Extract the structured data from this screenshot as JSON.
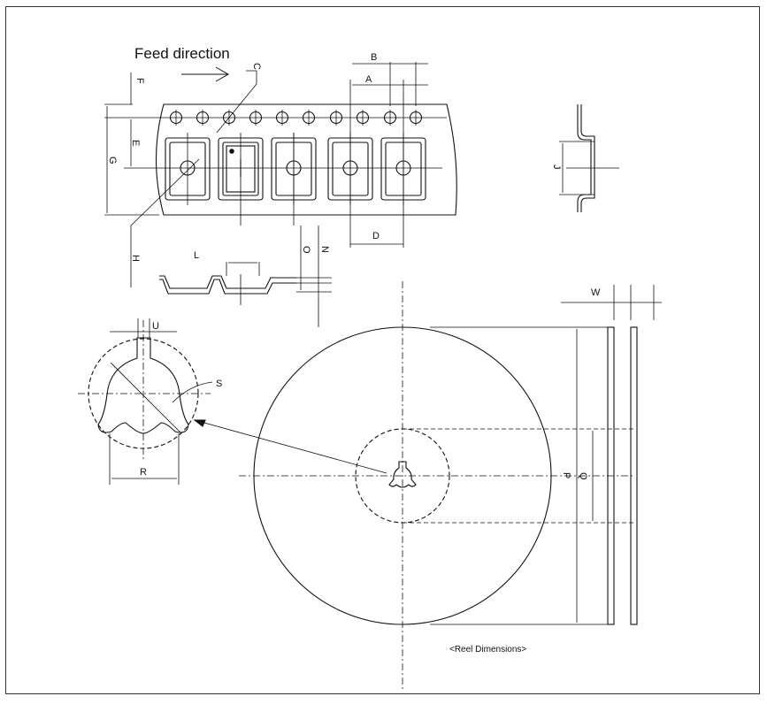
{
  "feed_direction": "Feed direction",
  "labels": {
    "A": "A",
    "B": "B",
    "C": "C",
    "D": "D",
    "E": "E",
    "F": "F",
    "G": "G",
    "H": "H",
    "J": "J",
    "L": "L",
    "N": "N",
    "O": "O",
    "P": "P",
    "Q": "Q",
    "R": "R",
    "S": "S",
    "U": "U",
    "W": "W"
  },
  "caption": "<Reel Dimensions>"
}
